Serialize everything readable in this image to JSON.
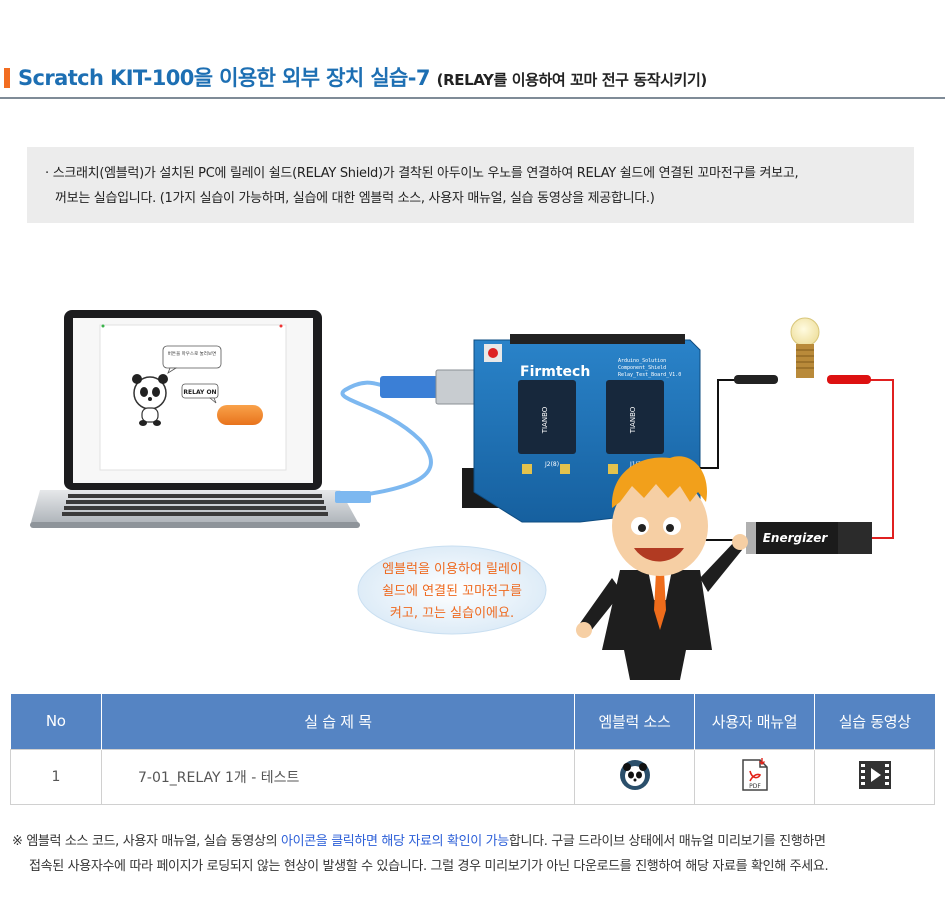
{
  "header": {
    "title": "Scratch KIT-100을 이용한 외부 장치 실습-7",
    "subtitle": "(RELAY를 이용하여 꼬마 전구 동작시키기)"
  },
  "description": {
    "bullet": "·",
    "line1": "스크래치(엠블럭)가 설치된 PC에 릴레이 쉴드(RELAY Shield)가 결착된 아두이노 우노를 연결하여 RELAY 쉴드에 연결된 꼬마전구를 켜보고,",
    "line2": "꺼보는 실습입니다.  (1가지 실습이 가능하며, 실습에 대한 엠블럭 소스, 사용자 매뉴얼, 실습 동영상을 제공합니다.)"
  },
  "illustration": {
    "screen_bubble": "버튼을 마우스로 눌러보면",
    "screen_button_label": "RELAY ON",
    "board_brand": "Firmtech",
    "board_text_1": "Arduino_Solution",
    "board_text_2": "Component_Shield",
    "board_text_3": "Relay_Test_Board_V1.0",
    "relay_text": "TIANBO",
    "relay_label_1": "J2(8)",
    "relay_label_2": "J1(7)",
    "battery_text": "Energizer",
    "speech_line1": "엠블럭을 이용하여 릴레이",
    "speech_line2": "쉴드에 연결된 꼬마전구를",
    "speech_line3": "켜고, 끄는 실습이에요."
  },
  "table": {
    "headers": {
      "no": "No",
      "title": "실 습 제 목",
      "source": "엠블럭 소스",
      "manual": "사용자 매뉴얼",
      "video": "실습 동영상"
    },
    "rows": [
      {
        "no": "1",
        "title": "7-01_RELAY 1개 - 테스트",
        "source_icon": "panda-icon",
        "manual_icon": "pdf-icon",
        "manual_icon_text": "PDF",
        "video_icon": "film-icon"
      }
    ]
  },
  "note": {
    "prefix": "※ 엠블럭 소스 코드, 사용자 매뉴얼, 실습 동영상의 ",
    "highlight": "아이콘을 클릭하면 해당 자료의 확인이 가능",
    "rest1": "합니다.  구글 드라이브 상태에서 매뉴얼 미리보기를 진행하면",
    "line2": "접속된 사용자수에 따라 페이지가 로딩되지 않는 현상이 발생할 수 있습니다.  그럴 경우 미리보기가 아닌 다운로드를 진행하여 해당 자료를 확인해 주세요."
  },
  "colors": {
    "title_blue": "#1d6fb3",
    "accent_orange": "#f26d21",
    "table_header": "#5584c3",
    "board_blue": "#1a6fb5",
    "highlight_blue": "#2c5fd8"
  }
}
